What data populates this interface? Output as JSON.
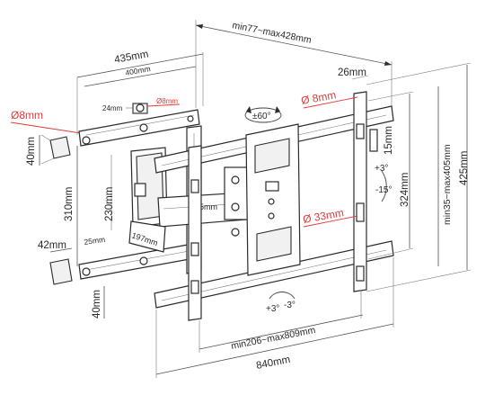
{
  "diagram": {
    "dimensions": {
      "top_width": "min77~max428mm",
      "plate_width": "435mm",
      "plate_inner": "400mm",
      "hole_small": "24mm",
      "hole_small_dia": "Ø8mm",
      "hole_dia": "Ø8mm",
      "plate_depth": "40mm",
      "plate_height": "310mm",
      "arm_height": "230mm",
      "arm_185": "185mm",
      "arm_197": "197mm",
      "arm_25": "25mm",
      "plate_42": "42mm",
      "bottom_depth": "40mm",
      "right_26": "26mm",
      "right_hole_dia": "Ø 8mm",
      "right_15": "15mm",
      "rail_slot_dia": "Ø 33mm",
      "rail_324": "324mm",
      "rail_span": "min35~max405mm",
      "rail_425": "425mm",
      "bottom_span": "min206~max809mm",
      "bottom_840": "840mm"
    },
    "angles": {
      "swivel": "±60°",
      "tilt_up": "+3°",
      "tilt_down": "-15°",
      "level_plus": "+3°",
      "level_minus": "-3°"
    },
    "colors": {
      "accent_red": "#e23b3b",
      "ink": "#2b2b2b"
    }
  }
}
